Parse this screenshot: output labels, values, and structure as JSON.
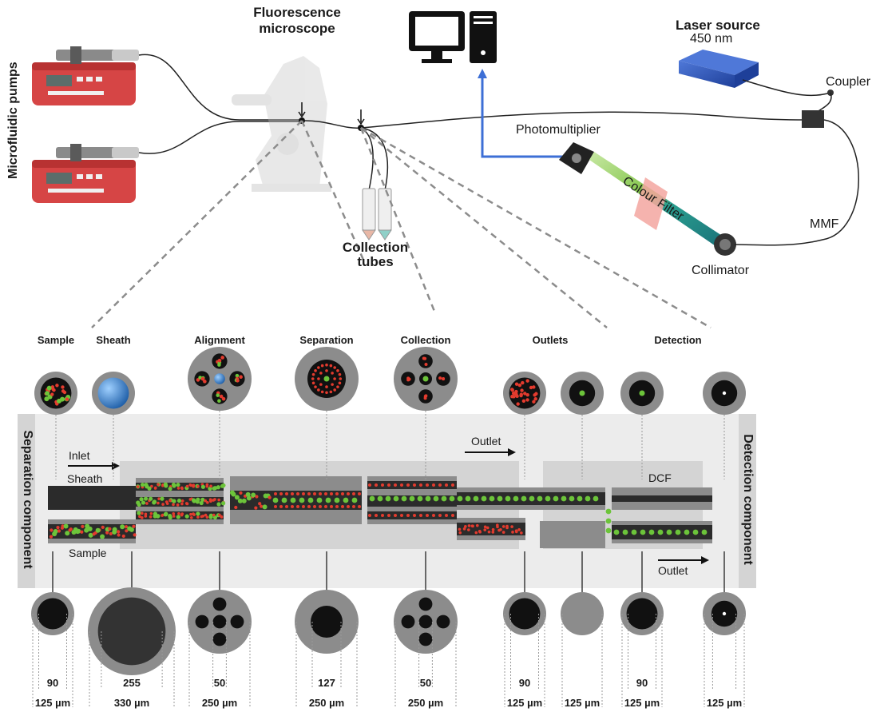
{
  "top": {
    "pumps_label": "Microfluidic pumps",
    "microscope_label_1": "Fluorescence",
    "microscope_label_2": "microscope",
    "tubes_label_1": "Collection",
    "tubes_label_2": "tubes",
    "laser_label": "Laser source",
    "laser_wavelength": "450 nm",
    "coupler_label": "Coupler",
    "pmt_label": "Photomultiplier",
    "filter_label": "Colour Filter",
    "mmf_label": "MMF",
    "collimator_label": "Collimator"
  },
  "sections": {
    "sample": "Sample",
    "sheath": "Sheath",
    "alignment": "Alignment",
    "separation": "Separation",
    "collection": "Collection",
    "outlets": "Outlets",
    "detection": "Detection"
  },
  "strip": {
    "separation_component": "Separation component",
    "detection_component": "Detection component",
    "inlet": "Inlet",
    "sheath": "Sheath",
    "sample": "Sample",
    "outlet_top": "Outlet",
    "outlet_bottom": "Outlet",
    "dcf": "DCF"
  },
  "dimensions": [
    {
      "core": "90",
      "outer": "125 µm"
    },
    {
      "core": "255",
      "outer": "330 µm"
    },
    {
      "core": "50",
      "outer": "250 µm"
    },
    {
      "core": "127",
      "outer": "250 µm"
    },
    {
      "core": "50",
      "outer": "250 µm"
    },
    {
      "core": "90",
      "outer": "125 µm"
    },
    {
      "core": "",
      "outer": "125 µm"
    },
    {
      "core": "90",
      "outer": "125 µm"
    },
    {
      "core": "",
      "outer": "125 µm"
    }
  ],
  "colors": {
    "pump_red": "#d64545",
    "laser_blue": "#2f56b8",
    "signal_blue": "#3d6fd6",
    "beam_green": "#7cc242",
    "beam_teal": "#1f8a8a",
    "filter_pink": "#f3a6a0",
    "cladding_gray": "#8c8c8c",
    "core_black": "#111111",
    "red_particle": "#e33b2e",
    "green_particle": "#6cc43a"
  },
  "icons": {
    "computer": "desktop-computer-icon",
    "tower": "pc-tower-icon"
  }
}
